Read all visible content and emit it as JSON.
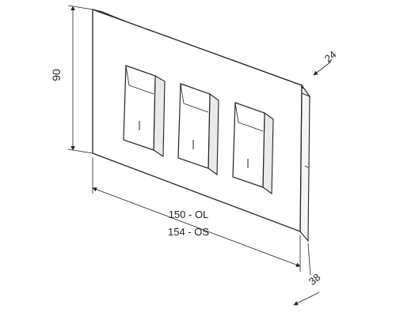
{
  "dimensions": {
    "height": "90",
    "depth_top": "24",
    "width_primary": "150 - OL",
    "width_secondary": "154 - OS",
    "depth_bottom": "38"
  },
  "switches": [
    {
      "label": "switch-1"
    },
    {
      "label": "switch-2"
    },
    {
      "label": "switch-3"
    }
  ]
}
